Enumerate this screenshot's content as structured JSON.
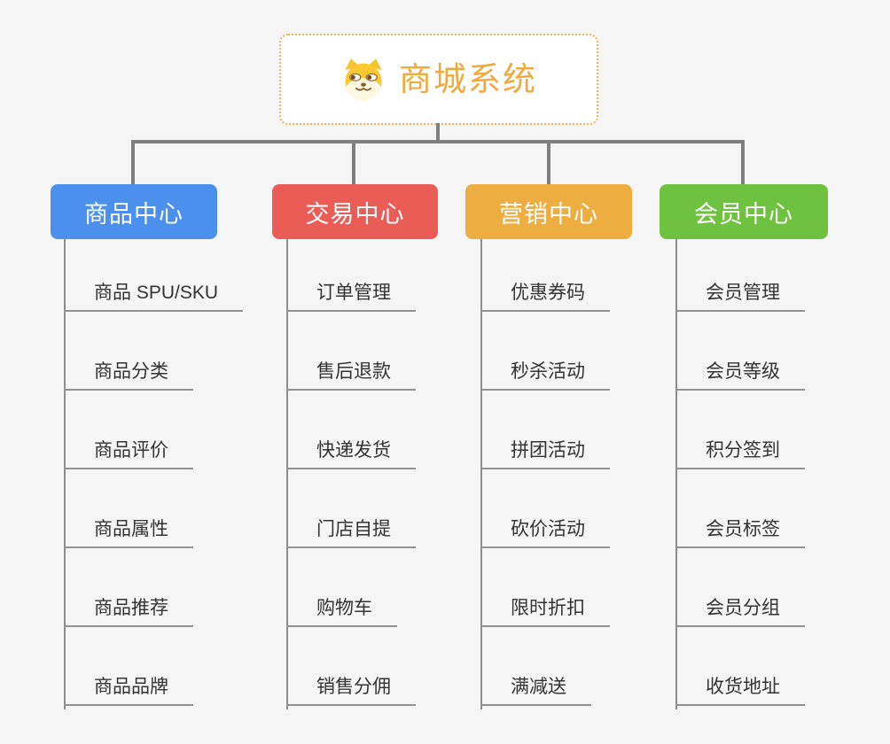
{
  "root": {
    "title": "商城系统",
    "icon": "shiba-dog-icon",
    "accent_color": "#f0a93c",
    "border_style": "dotted"
  },
  "connector_color": "#7f7f7f",
  "branches": [
    {
      "label": "商品中心",
      "color": "#4a90ec",
      "items": [
        "商品 SPU/SKU",
        "商品分类",
        "商品评价",
        "商品属性",
        "商品推荐",
        "商品品牌"
      ]
    },
    {
      "label": "交易中心",
      "color": "#ea5d57",
      "items": [
        "订单管理",
        "售后退款",
        "快递发货",
        "门店自提",
        "购物车",
        "销售分佣"
      ]
    },
    {
      "label": "营销中心",
      "color": "#eead40",
      "items": [
        "优惠券码",
        "秒杀活动",
        "拼团活动",
        "砍价活动",
        "限时折扣",
        "满减送"
      ]
    },
    {
      "label": "会员中心",
      "color": "#6ec23f",
      "items": [
        "会员管理",
        "会员等级",
        "积分签到",
        "会员标签",
        "会员分组",
        "收货地址"
      ]
    }
  ]
}
